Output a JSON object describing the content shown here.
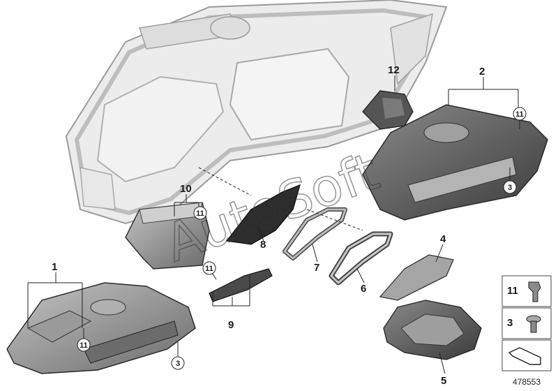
{
  "callouts": {
    "c1": "1",
    "c2": "2",
    "c3a": "3",
    "c3b": "3",
    "c4": "4",
    "c5": "5",
    "c6": "6",
    "c7": "7",
    "c8": "8",
    "c9": "9",
    "c10": "10",
    "c11a": "11",
    "c11b": "11",
    "c11c": "11",
    "c11d": "11",
    "c12": "12"
  },
  "legend": {
    "item_11": "11",
    "item_3": "3"
  },
  "watermark": "AutoSoft",
  "document_id": "478553",
  "colors": {
    "part_fill": "#9a9a9a",
    "part_dark": "#3e3e3e",
    "dash_fill": "#e6e6e6",
    "outline": "#2a2a2a"
  }
}
